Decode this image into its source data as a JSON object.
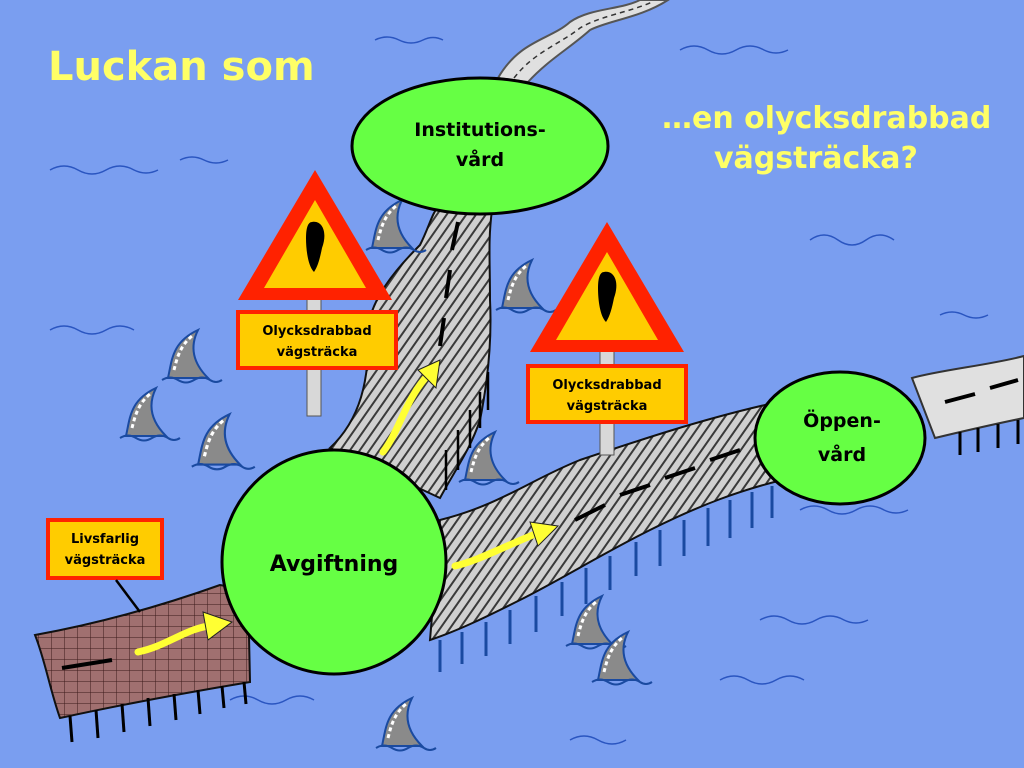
{
  "slide": {
    "title": "Luckan som",
    "subtitle_line1": "…en olycksdrabbad",
    "subtitle_line2": "vägsträcka?"
  },
  "nodes": {
    "institution_line1": "Institutions-",
    "institution_line2": "vård",
    "open_line1": "Öppen-",
    "open_line2": "vård",
    "detox": "Avgiftning"
  },
  "signs": {
    "accident1_line1": "Olycksdrabbad",
    "accident1_line2": "vägsträcka",
    "accident2_line1": "Olycksdrabbad",
    "accident2_line2": "vägsträcka",
    "danger_line1": "Livsfarlig",
    "danger_line2": "vägsträcka"
  },
  "icons": [
    "warning-triangle-icon",
    "shark-fin-icon",
    "arrow-icon"
  ],
  "colors": {
    "background": "#7a9ef0",
    "title": "#ffff66",
    "node_fill": "#66ff44",
    "sign_fill": "#ffcc00",
    "sign_border": "#ff2200",
    "arrow": "#ffff33",
    "wall": "#a07070"
  }
}
